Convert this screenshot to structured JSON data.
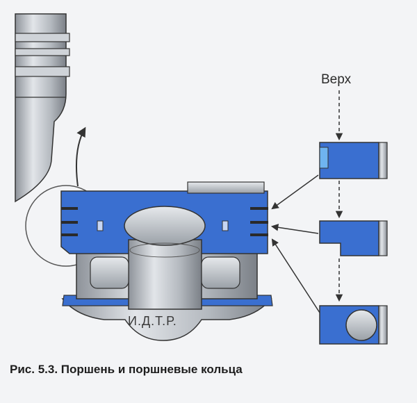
{
  "labels": {
    "top": "Верх",
    "marking": "И.Д.Т.Р."
  },
  "caption": "Рис. 5.3. Поршень и поршневые кольца",
  "colors": {
    "piston_blue": "#3a6fd0",
    "metal_light": "#d9dde2",
    "metal_mid": "#a7acb3",
    "metal_dark": "#6f747b",
    "outline": "#2a2a2a",
    "background": "#f3f4f6"
  }
}
